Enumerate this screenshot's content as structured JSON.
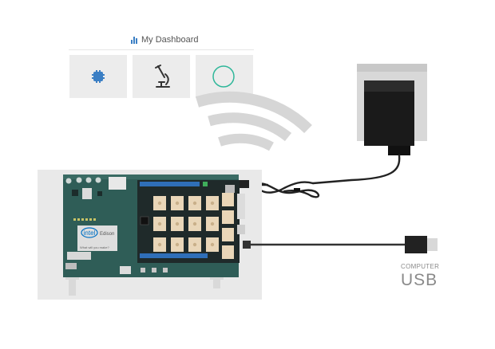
{
  "dashboard": {
    "title": "My Dashboard",
    "tiles": [
      {
        "icon": "chip-icon"
      },
      {
        "icon": "microscope-icon"
      },
      {
        "icon": "circle-icon"
      }
    ]
  },
  "board": {
    "brand": "intel",
    "module": "Edison",
    "tagline": "What will you make?"
  },
  "usb": {
    "small_label": "COMPUTER",
    "big_label": "USB"
  },
  "colors": {
    "board_green": "#2f5d57",
    "shield_dark": "#1f2a2a",
    "port_tan": "#e9d6b8",
    "accent_blue": "#3b7fc4",
    "wifi_gray": "#d6d6d6",
    "adapter_black": "#1a1a1a"
  }
}
